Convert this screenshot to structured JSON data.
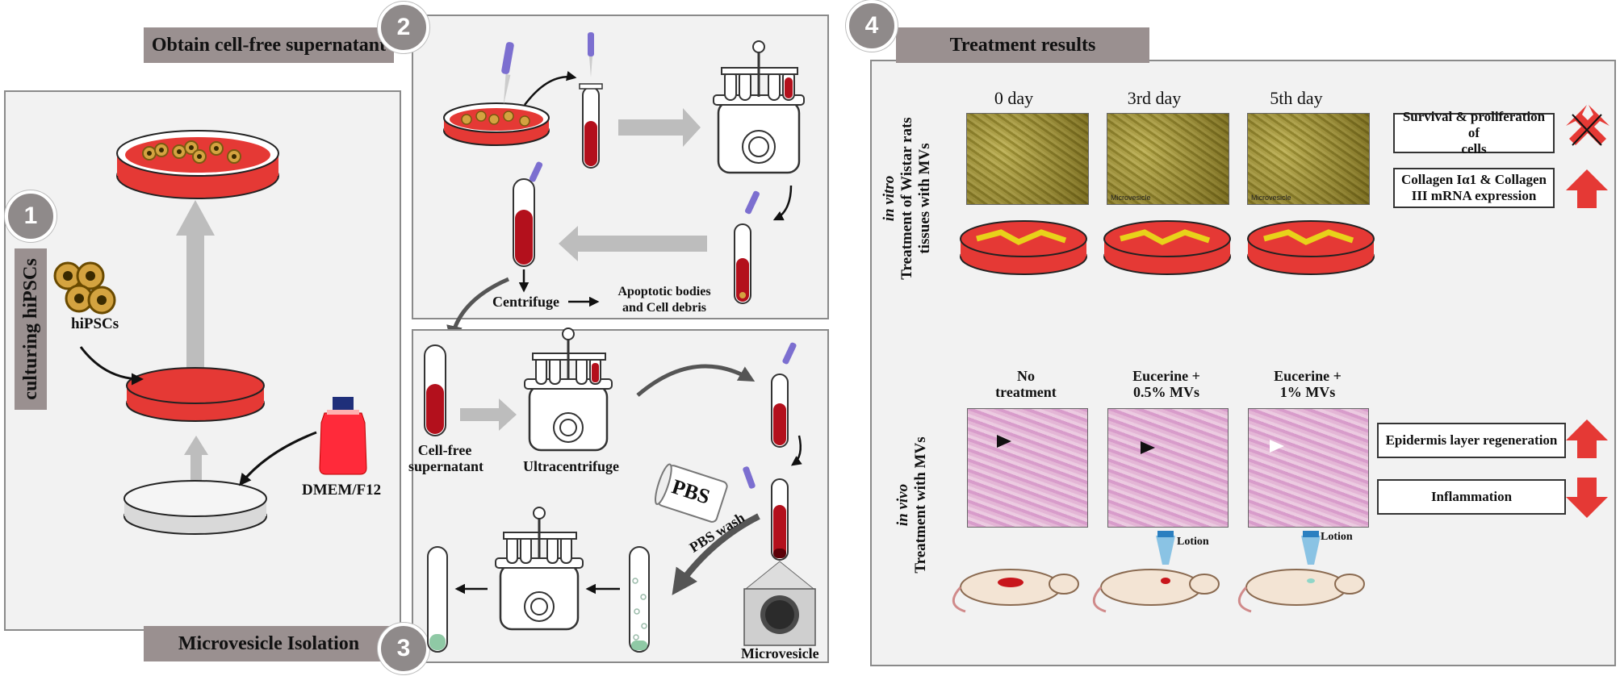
{
  "colors": {
    "panel_bg": "#f2f2f2",
    "banner": "#9a9090",
    "badge": "#8f8a8a",
    "red": "#e53935",
    "blood": "#b3101c",
    "arrow_gray": "#bdbdbd"
  },
  "panel1": {
    "badge": "1",
    "vertical_label": "culturing hiPSCs",
    "cells_label": "hiPSCs",
    "medium_label": "DMEM/F12"
  },
  "panel2": {
    "badge": "2",
    "banner": "Obtain cell-free supernatant",
    "centrifuge_label": "Centrifuge",
    "debris_label_1": "Apoptotic bodies",
    "debris_label_2": "and Cell debris"
  },
  "panel3": {
    "badge": "3",
    "banner": "Microvesicle Isolation",
    "supernatant_label_1": "Cell-free",
    "supernatant_label_2": "supernatant",
    "ultracentrifuge_label": "Ultracentrifuge",
    "pbs_bottle": "PBS",
    "pbs_wash": "PBS wash",
    "microvesicle_label": "Microvesicle"
  },
  "panel4": {
    "badge": "4",
    "banner": "Treatment results",
    "in_vitro": {
      "tag": "in vitro",
      "desc_1": "Treatment of Wistar rats",
      "desc_2": "tissues with MVs",
      "days": [
        "0 day",
        "3rd day",
        "5th day"
      ],
      "photo_caption": "Microvesicle",
      "results": [
        {
          "text_1": "Survival & proliferation of",
          "text_2": "cells",
          "icon": "crossed-cross-arrows-icon"
        },
        {
          "text_1": "Collagen Iα1 & Collagen",
          "text_2": "III mRNA expression",
          "icon": "arrow-up-icon"
        }
      ]
    },
    "in_vivo": {
      "tag": "in vivo",
      "desc": "Treatment with MVs",
      "groups": [
        {
          "line1": "No",
          "line2": "treatment"
        },
        {
          "line1": "Eucerine +",
          "line2": "0.5% MVs"
        },
        {
          "line1": "Eucerine +",
          "line2": "1% MVs"
        }
      ],
      "lotion_label": "Lotion",
      "results": [
        {
          "text": "Epidermis layer regeneration",
          "icon": "arrow-up-icon"
        },
        {
          "text": "Inflammation",
          "icon": "arrow-down-icon"
        }
      ]
    }
  }
}
